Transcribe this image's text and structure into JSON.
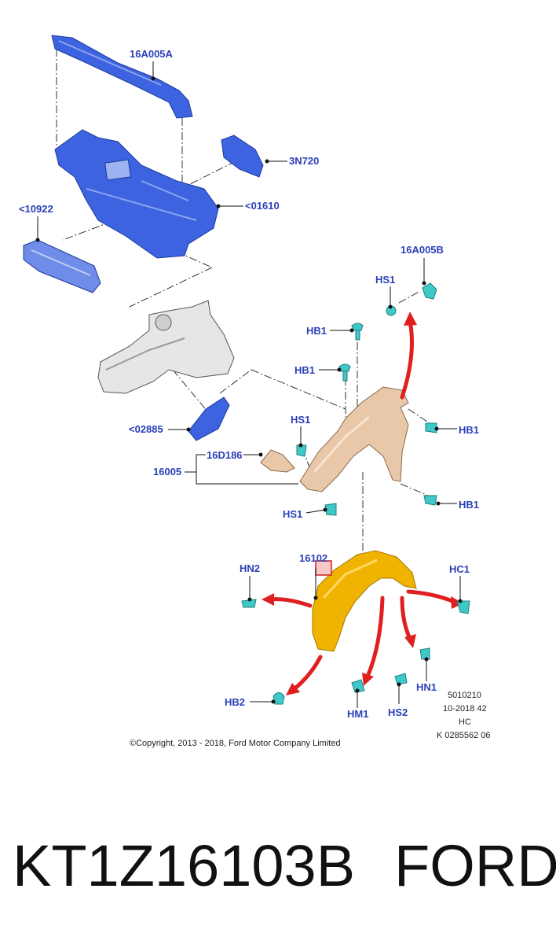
{
  "callouts": {
    "c16A005A": "16A005A",
    "c3N720": "3N720",
    "c10922": "<10922",
    "c01610": "<01610",
    "c16A005B": "16A005B",
    "hs1_top": "HS1",
    "hb1_a": "HB1",
    "hb1_b": "HB1",
    "hb1_right_top": "HB1",
    "hb1_right_bottom": "HB1",
    "c02885": "<02885",
    "hs1_mid": "HS1",
    "c16D186": "16D186",
    "c16005": "16005",
    "hs1_low": "HS1",
    "hn2": "HN2",
    "c16102": "16102",
    "hc1": "HC1",
    "hn1": "HN1",
    "hb2": "HB2",
    "hm1": "HM1",
    "hs2": "HS2"
  },
  "meta": {
    "line1": "5010210",
    "line2": "10-2018 42",
    "line3": "HC",
    "line4": "K 0285562 06"
  },
  "copyright": "©Copyright, 2013 - 2018, Ford Motor Company Limited",
  "banner": {
    "part_number": "KT1Z16103B",
    "brand": "FORD"
  },
  "colors": {
    "blue_parts": "#3d63e0",
    "fender": "#e8c8a8",
    "liner": "#f0b400",
    "clips": "#40c8c8",
    "arrow": "#e02020",
    "label": "#2a3fb8"
  }
}
